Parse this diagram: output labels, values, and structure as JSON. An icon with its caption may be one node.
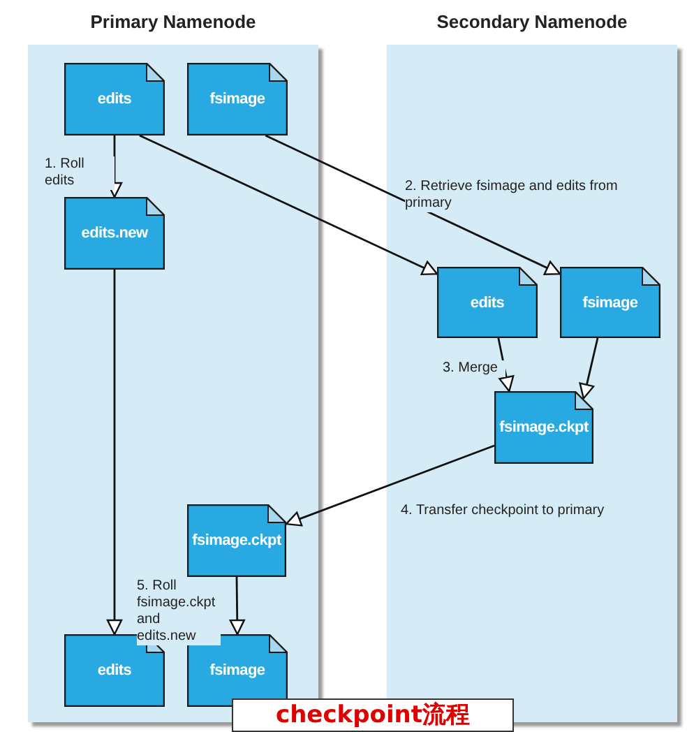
{
  "diagram": {
    "caption": "checkpoint流程",
    "nodes": [
      {
        "text": [
          "Primary Namenode"
        ]
      },
      {
        "text": [
          "Secondary Namenode"
        ]
      },
      {
        "text": [
          "edits"
        ],
        "in": 0
      },
      {
        "text": [
          "fsimage"
        ],
        "in": 0
      },
      {
        "text": [
          "edits.new"
        ],
        "in": 0
      },
      {
        "text": [
          "edits"
        ],
        "in": 1
      },
      {
        "text": [
          "fsimage"
        ],
        "in": 1
      },
      {
        "text": [
          "fsimage.ckpt"
        ],
        "in": 1
      },
      {
        "text": [
          "fsimage.ckpt"
        ],
        "in": 0
      },
      {
        "text": [
          "edits"
        ],
        "in": 0
      },
      {
        "text": [
          "fsimage"
        ],
        "in": 0
      }
    ],
    "edges": [
      {
        "from": 2,
        "to": 4,
        "arrow": "to",
        "label": "1. Roll edits"
      },
      {
        "from": 2,
        "to": 5,
        "arrow": "to"
      },
      {
        "from": 3,
        "to": 6,
        "arrow": "to",
        "label": "2. Retrieve fsimage and edits from primary"
      },
      {
        "from": 5,
        "to": 7,
        "arrow": "to",
        "label": "3. Merge"
      },
      {
        "from": 6,
        "to": 7,
        "arrow": "to"
      },
      {
        "from": 7,
        "to": 8,
        "arrow": "to",
        "label": "4. Transfer checkpoint to primary"
      },
      {
        "from": 4,
        "to": 9,
        "arrow": "to"
      },
      {
        "from": 8,
        "to": 10,
        "arrow": "to",
        "label": "5. Roll fsimage.ckpt and edits.new"
      }
    ]
  }
}
